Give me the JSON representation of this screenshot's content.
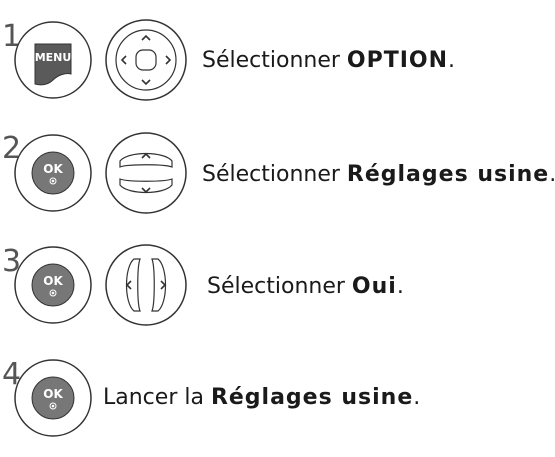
{
  "steps": [
    {
      "number": "1",
      "button": "MENU",
      "control": "dpad-4way",
      "text": "Sélectionner ",
      "bold": "OPTION",
      "end": "."
    },
    {
      "number": "2",
      "button": "OK",
      "control": "updown",
      "text": "Sélectionner ",
      "bold": "Réglages usine",
      "end": "."
    },
    {
      "number": "3",
      "button": "OK",
      "control": "leftright",
      "text": "Sélectionner ",
      "bold": "Oui",
      "end": "."
    },
    {
      "number": "4",
      "button": "OK",
      "control": "none",
      "text": "Lancer la ",
      "bold": "Réglages usine",
      "end": "."
    }
  ]
}
